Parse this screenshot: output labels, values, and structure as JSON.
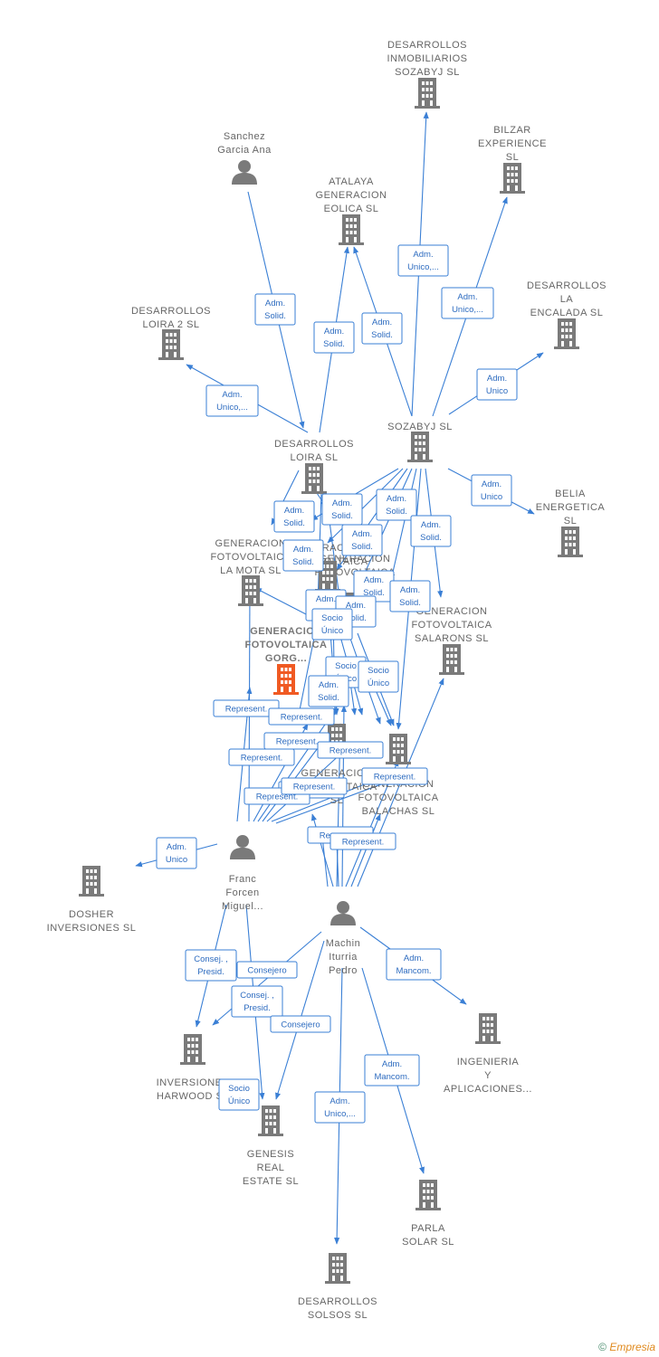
{
  "colors": {
    "edge": "#3a7fd5",
    "node": "#7a7a7a",
    "focus": "#f05a23",
    "label": "#666666"
  },
  "footer": {
    "copyright": "©",
    "brand": "Empresia"
  },
  "nodes": [
    {
      "id": "desarrollos-inmobiliarios",
      "type": "company",
      "label": [
        "DESARROLLOS",
        "INMOBILIARIOS",
        "SOZABYJ  SL"
      ]
    },
    {
      "id": "bilzar",
      "type": "company",
      "label": [
        "BILZAR",
        "EXPERIENCE",
        "SL"
      ]
    },
    {
      "id": "sanchez",
      "type": "person",
      "label": [
        "Sanchez",
        "Garcia Ana"
      ]
    },
    {
      "id": "atalaya",
      "type": "company",
      "label": [
        "ATALAYA",
        "GENERACION",
        "EOLICA  SL"
      ]
    },
    {
      "id": "encalada",
      "type": "company",
      "label": [
        "DESARROLLOS",
        "LA",
        "ENCALADA  SL"
      ]
    },
    {
      "id": "loira2",
      "type": "company",
      "label": [
        "DESARROLLOS",
        "LOIRA 2  SL"
      ]
    },
    {
      "id": "sozabyj",
      "type": "company",
      "label": [
        "SOZABYJ SL"
      ]
    },
    {
      "id": "loira",
      "type": "company",
      "label": [
        "DESARROLLOS",
        "LOIRA  SL"
      ]
    },
    {
      "id": "belia",
      "type": "company",
      "label": [
        "BELIA",
        "ENERGETICA",
        "SL"
      ]
    },
    {
      "id": "mota",
      "type": "company",
      "label": [
        "GENERACION",
        "FOTOVOLTAICA",
        "LA MOTA  SL"
      ]
    },
    {
      "id": "salarons",
      "type": "company",
      "label": [
        "GENERACION",
        "FOTOVOLTAICA",
        "SALARONS  SL"
      ]
    },
    {
      "id": "gorg",
      "type": "focus",
      "label": [
        "GENERACION",
        "FOTOVOLTAICA",
        "GORG..."
      ]
    },
    {
      "id": "center1",
      "type": "company",
      "label": [
        "GENERACION",
        "FOTOVOLTAICA",
        "SL"
      ]
    },
    {
      "id": "balachas",
      "type": "company",
      "label": [
        "GENERACION",
        "FOTOVOLTAICA",
        "BALACHAS  SL"
      ]
    },
    {
      "id": "center2",
      "type": "company",
      "label": [
        "GENERACION",
        "FOTOVOLTAICA"
      ]
    },
    {
      "id": "center3",
      "type": "company",
      "label": [
        "GENERACION",
        "FOTOVOLTAICA"
      ]
    },
    {
      "id": "franc",
      "type": "person",
      "label": [
        "Franc",
        "Forcen",
        "Miguel..."
      ]
    },
    {
      "id": "dosher",
      "type": "company",
      "label": [
        "DOSHER",
        "INVERSIONES SL"
      ]
    },
    {
      "id": "machin",
      "type": "person",
      "label": [
        "Machin",
        "Iturria",
        "Pedro"
      ]
    },
    {
      "id": "ingenieria",
      "type": "company",
      "label": [
        "INGENIERIA",
        "Y",
        "APLICACIONES..."
      ]
    },
    {
      "id": "harwood",
      "type": "company",
      "label": [
        "INVERSIONES",
        "HARWOOD  SL"
      ]
    },
    {
      "id": "genesis",
      "type": "company",
      "label": [
        "GENESIS",
        "REAL",
        "ESTATE  SL"
      ]
    },
    {
      "id": "parla",
      "type": "company",
      "label": [
        "PARLA",
        "SOLAR SL"
      ]
    },
    {
      "id": "solsos",
      "type": "company",
      "label": [
        "DESARROLLOS",
        "SOLSOS  SL"
      ]
    }
  ],
  "relations": [
    [
      "Adm.",
      "Unico,..."
    ],
    [
      "Adm.",
      "Unico,..."
    ],
    [
      "Adm.",
      "Solid."
    ],
    [
      "Adm.",
      "Solid."
    ],
    [
      "Adm.",
      "Solid."
    ],
    [
      "Adm.",
      "Unico"
    ],
    [
      "Adm.",
      "Unico,..."
    ],
    [
      "Adm.",
      "Unico"
    ],
    [
      "Adm.",
      "Solid."
    ],
    [
      "Adm.",
      "Solid."
    ],
    [
      "Adm.",
      "Solid."
    ],
    [
      "Adm.",
      "Solid."
    ],
    [
      "Adm.",
      "Solid."
    ],
    [
      "Adm.",
      "Solid."
    ],
    [
      "Adm.",
      "Solid."
    ],
    [
      "Adm.",
      "Solid."
    ],
    [
      "Adm.",
      "Solid."
    ],
    [
      "Adm.",
      "Solid."
    ],
    [
      "Socio",
      "Único"
    ],
    [
      "Socio",
      "Único"
    ],
    [
      "Socio",
      "Único"
    ],
    [
      "Adm.",
      "Solid."
    ],
    [
      "Represent."
    ],
    [
      "Represent."
    ],
    [
      "Represent."
    ],
    [
      "Represent."
    ],
    [
      "Represent."
    ],
    [
      "Represent."
    ],
    [
      "Represent."
    ],
    [
      "Represent."
    ],
    [
      "Represent."
    ],
    [
      "Represent."
    ],
    [
      "Represent."
    ],
    [
      "Adm.",
      "Unico"
    ],
    [
      "Consej. ,",
      "Presid."
    ],
    [
      "Consejero"
    ],
    [
      "Consej. ,",
      "Presid."
    ],
    [
      "Consejero"
    ],
    [
      "Adm.",
      "Mancom."
    ],
    [
      "Socio",
      "Único"
    ],
    [
      "Adm.",
      "Mancom."
    ],
    [
      "Adm.",
      "Unico,..."
    ]
  ]
}
